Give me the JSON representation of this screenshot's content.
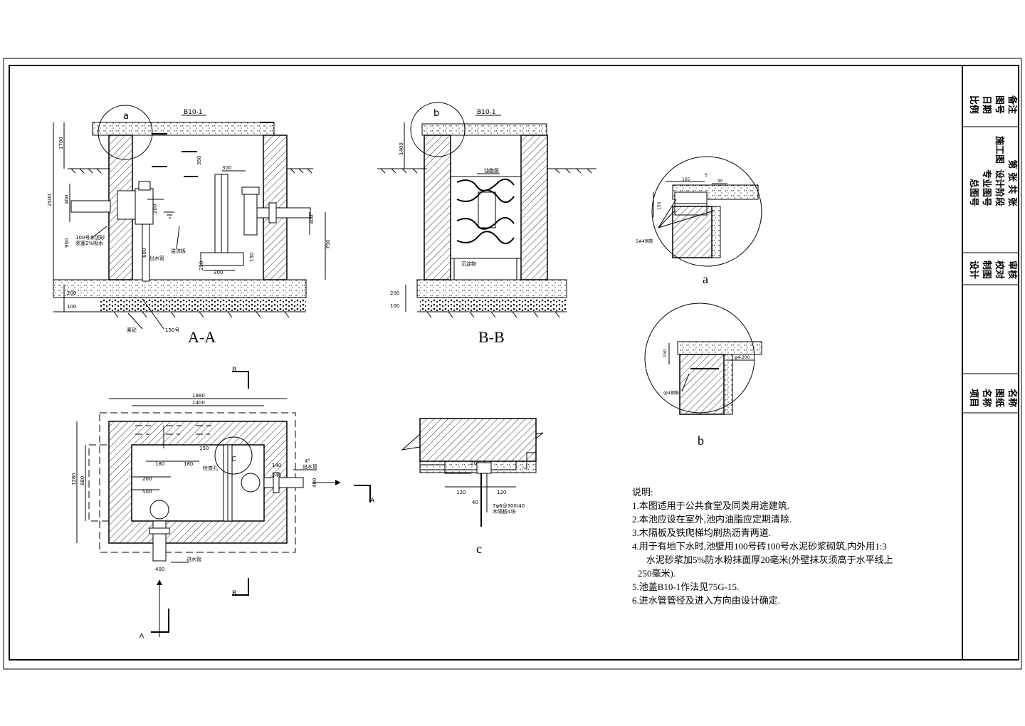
{
  "labels": {
    "section_aa": "A-A",
    "section_bb": "B-B",
    "detail_a": "a",
    "detail_b": "b",
    "detail_c": "c",
    "callout_a": "a",
    "callout_b": "b",
    "callout_c": "C",
    "cover_aa": "B10-1",
    "cover_bb": "B10-1",
    "cut_a": "A",
    "cut_b": "B"
  },
  "dims": {
    "aa_total_h": "2500",
    "aa_upper": "1700",
    "aa_pipe_h": "400",
    "aa_h_left": "900",
    "aa_baffle_w": "300",
    "aa_h350": "350",
    "aa_h200": "200",
    "aa_w300": "300",
    "aa_h150": "150",
    "aa_h750": "750",
    "aa_h400r": "400",
    "aa_h600": "600",
    "aa_h250": "250",
    "aa_base200": "200",
    "aa_base100": "100",
    "bb_top": "1400",
    "bb_base200": "200",
    "bb_base100": "100",
    "pl_outer": "1880",
    "pl_inner": "1400",
    "pl_h1280": "1280",
    "pl_h880": "880",
    "pl_180a": "180",
    "pl_180b": "180",
    "pl_150": "150",
    "pl_200": "200",
    "pl_500": "500",
    "pl_140": "140",
    "pl_240": "240",
    "pl_430": "400",
    "pl_pipe": "400",
    "pl_4": "4°",
    "det_a_165": "165",
    "det_a_5": "5",
    "det_a_90": "90",
    "det_a_150": "150",
    "det_b_150": "150",
    "det_c_120a": "120",
    "det_c_120b": "120",
    "det_c_40": "40",
    "det_c_20": "20"
  },
  "annotations": {
    "aa_pipe_note1": "100号水泥砂",
    "aa_pipe_note2": "浆塞2%吸水",
    "aa_rising": "溢流板",
    "aa_outlet": "出水管",
    "aa_base_left": "素砼",
    "aa_base_right": "150号",
    "bb_top_note": "油脂层",
    "bb_bottom_note": "沉淀物",
    "pl_out_pipe": "出水管",
    "pl_in_pipe": "进水管",
    "pl_access": "检查孔",
    "det_a_note": "5#4钢筋",
    "det_b_note1": "φ4-200",
    "det_b_note2": "@4钢筋",
    "det_c_note": "7φ6@300/40",
    "det_c_note2": "木隔板4块"
  },
  "notes": {
    "heading": "说明:",
    "line1": "1.本图适用于公共食堂及同类用途建筑.",
    "line2": "2.本池应设在室外,池内油脂应定期清除.",
    "line3": "3.木隔板及铁爬梯均刷热沥青两道.",
    "line4": "4.用于有地下水时,池壁用100号砖100号水泥砂浆砌筑,内外用1:3",
    "line4b": "水泥砂浆加5%防水粉抹面厚20毫米(外壁抹灰须高于水平线上",
    "line4c": "250毫米).",
    "line5": "5.池盖B10-1作法见75G-15.",
    "line6": "6.进水管管径及进入方向由设计确定."
  },
  "title_block": {
    "col1": [
      "比例",
      "日期",
      "图号",
      "备注"
    ],
    "col2": [
      "总图号",
      "专业图号",
      "设计阶段",
      "施工图",
      "第 张 共 张"
    ],
    "col3": [
      "设计",
      "制图",
      "校对",
      "审核"
    ],
    "col4": [
      "项目",
      "名称",
      "图纸",
      "名称"
    ]
  }
}
